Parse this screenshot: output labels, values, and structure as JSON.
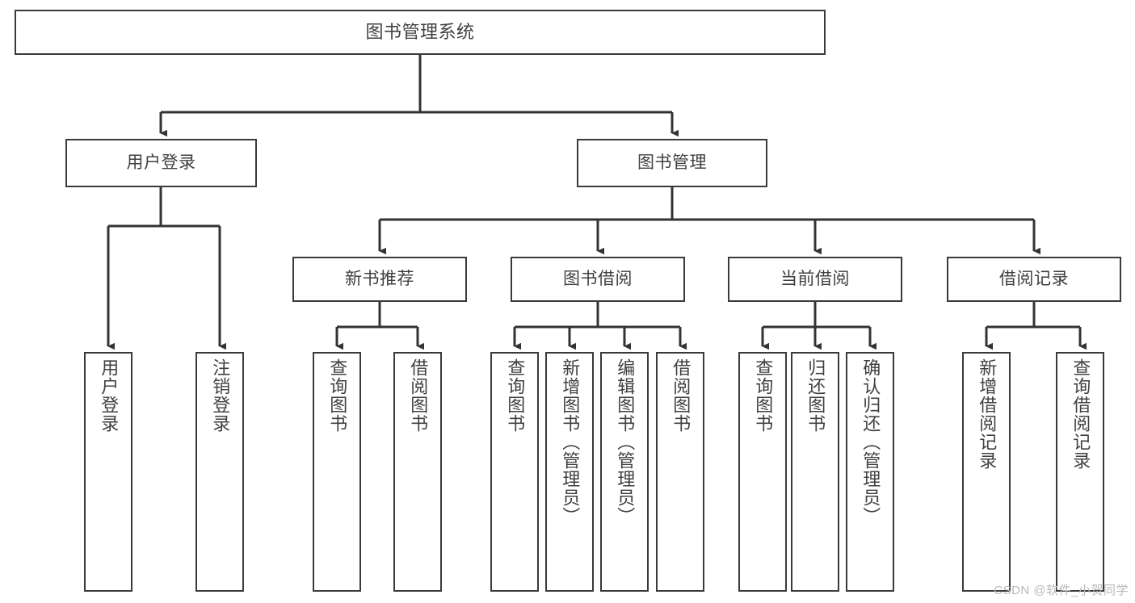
{
  "diagram": {
    "title": "图书管理系统",
    "type": "tree-hierarchy",
    "orientation": "top-down",
    "colors": {
      "box_border": "#3a3a3a",
      "box_fill": "#ffffff",
      "text": "#404040",
      "connector": "#333333",
      "watermark": "#b9b9b9",
      "background": "#ffffff"
    }
  },
  "nodes": {
    "root": {
      "label": "图书管理系统",
      "level": 0
    },
    "level1": [
      {
        "id": "user-login",
        "label": "用户登录"
      },
      {
        "id": "book-management",
        "label": "图书管理"
      }
    ],
    "level2": [
      {
        "id": "new-book-recommend",
        "label": "新书推荐"
      },
      {
        "id": "book-borrow",
        "label": "图书借阅"
      },
      {
        "id": "current-borrow",
        "label": "当前借阅"
      },
      {
        "id": "borrow-record",
        "label": "借阅记录"
      }
    ],
    "leaves": {
      "user-login": [
        {
          "id": "leaf-user-login",
          "label": "用户登录"
        },
        {
          "id": "leaf-user-logout",
          "label": "注销登录"
        }
      ],
      "new-book-recommend": [
        {
          "id": "leaf-query-book-1",
          "label": "查询图书"
        },
        {
          "id": "leaf-borrow-book-1",
          "label": "借阅图书"
        }
      ],
      "book-borrow": [
        {
          "id": "leaf-query-book-2",
          "label": "查询图书"
        },
        {
          "id": "leaf-add-book",
          "label": "新增图书（管理员）"
        },
        {
          "id": "leaf-edit-book",
          "label": "编辑图书（管理员）"
        },
        {
          "id": "leaf-borrow-book-2",
          "label": "借阅图书"
        }
      ],
      "current-borrow": [
        {
          "id": "leaf-query-book-3",
          "label": "查询图书"
        },
        {
          "id": "leaf-return-book",
          "label": "归还图书"
        },
        {
          "id": "leaf-confirm-return",
          "label": "确认归还（管理员）"
        }
      ],
      "borrow-record": [
        {
          "id": "leaf-add-record",
          "label": "新增借阅记录"
        },
        {
          "id": "leaf-query-record",
          "label": "查询借阅记录"
        }
      ]
    }
  },
  "watermark": {
    "text": "CSDN @软件_小贺同学"
  }
}
